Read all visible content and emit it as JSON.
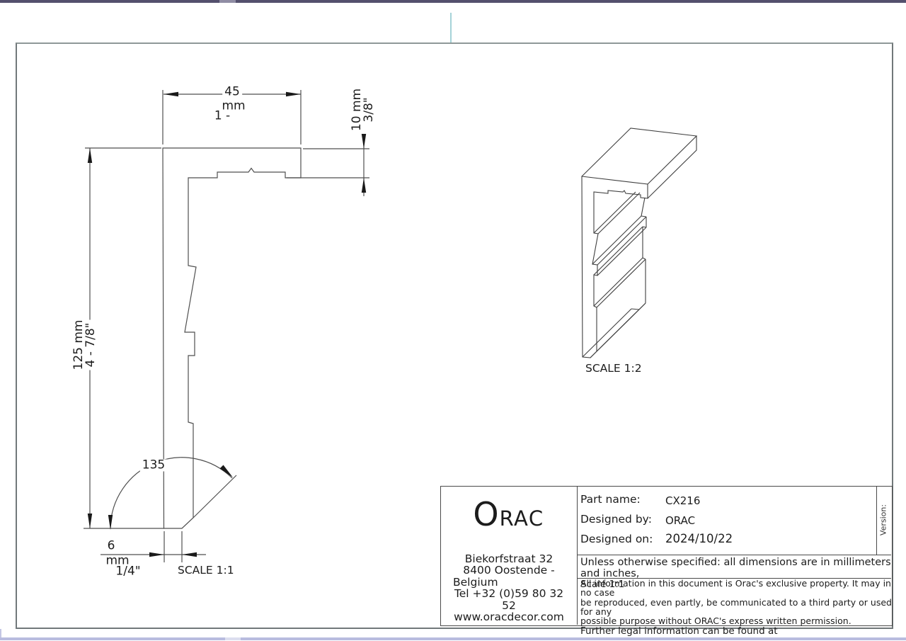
{
  "colors": {
    "top_bar": "#54506d",
    "bottom_bar": "#b9bcdf",
    "teal_accent": "#a5d3d8",
    "line": "#4a4a4a"
  },
  "drawing": {
    "dim_width": {
      "value": "45",
      "unit": "mm",
      "inches": "1 -"
    },
    "dim_thickness": {
      "line1": "10 mm",
      "line2": "3/8\""
    },
    "dim_height": {
      "line1": "125 mm",
      "line2": "4 - 7/8\""
    },
    "dim_angle": "135",
    "dim_web": {
      "value": "6",
      "unit": "mm",
      "inches": "1/4\""
    },
    "scale_main": "SCALE 1:1",
    "scale_iso": "SCALE 1:2"
  },
  "titleblock": {
    "logo_o": "O",
    "logo_rac": "RAC",
    "address": [
      "Biekorfstraat 32",
      "8400 Oostende -",
      "Belgium",
      "Tel  +32 (0)59 80 32",
      "52",
      "www.oracdecor.com"
    ],
    "fields": [
      {
        "label": "Part name:",
        "value": "CX216"
      },
      {
        "label": "Designed by:",
        "value": "ORAC"
      },
      {
        "label": "Designed on:",
        "value": "2024/10/22"
      }
    ],
    "version_label": "Version:",
    "note_line1": "Unless otherwise specified: all dimensions are in millimeters",
    "note_line2": "and inches,",
    "scale_note": "Scale 1:1",
    "legal": [
      "All information in this document is Orac's exclusive property.  It may in",
      "no case",
      "be reproduced, even partly, be communicated to a third party or used",
      "for any",
      "possible purpose without ORAC's express written permission."
    ],
    "footer": "Further legal information can be found at"
  }
}
